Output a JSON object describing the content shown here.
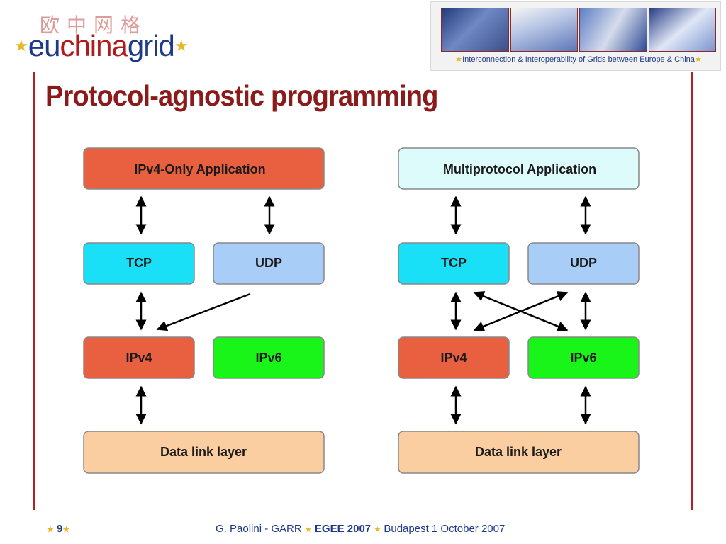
{
  "logo": {
    "chinese": "欧中网格",
    "eu": "eu",
    "china": "china",
    "grid": "grid",
    "star": "★"
  },
  "banner": {
    "caption": "Interconnection & Interoperability of Grids between Europe & China",
    "star": "★"
  },
  "slide": {
    "title": "Protocol-agnostic programming"
  },
  "diagram": {
    "left": {
      "app": "IPv4-Only Application",
      "tcp": "TCP",
      "udp": "UDP",
      "ipv4": "IPv4",
      "ipv6": "IPv6",
      "datalink": "Data link layer"
    },
    "right": {
      "app": "Multiprotocol Application",
      "tcp": "TCP",
      "udp": "UDP",
      "ipv4": "IPv4",
      "ipv6": "IPv6",
      "datalink": "Data link layer"
    },
    "colors": {
      "ipv4_only_app": "#e8603f",
      "multiprotocol_app": "#ddfbfb",
      "tcp": "#19e0f7",
      "udp": "#a8cdf7",
      "ipv4": "#e8603f",
      "ipv6": "#19f519",
      "datalink": "#fbcea2"
    }
  },
  "footer": {
    "page_number": "9",
    "author": "G. Paolini - GARR",
    "event": "EGEE 2007",
    "location_date": "Budapest  1 October 2007",
    "star": "★"
  },
  "theme": {
    "title_color": "#8b1a1a",
    "accent_red": "#b22222",
    "brand_blue": "#1d3a8a",
    "star_gold": "#e7b829"
  }
}
